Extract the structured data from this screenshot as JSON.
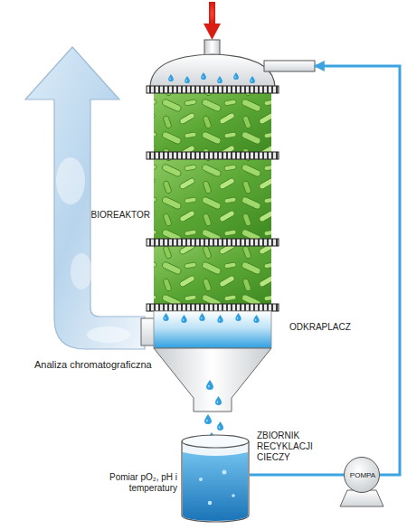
{
  "diagram": {
    "nodes": [
      {
        "text": [
          "BIOREAKTOR"
        ]
      },
      {
        "text": [
          "ODKRAPLACZ"
        ]
      },
      {
        "text": [
          "ZBIORNIK RECYKLACJI CIECZY",
          "Pomiar pO₂, pH i temperatury"
        ]
      },
      {
        "text": [
          "POMPA"
        ]
      }
    ],
    "edges": [
      {
        "from": 2,
        "to": 3,
        "arrow": "none"
      },
      {
        "from": 3,
        "to": 0,
        "arrow": "to"
      }
    ],
    "labels": [
      "Analiza chromatograficzna"
    ]
  }
}
